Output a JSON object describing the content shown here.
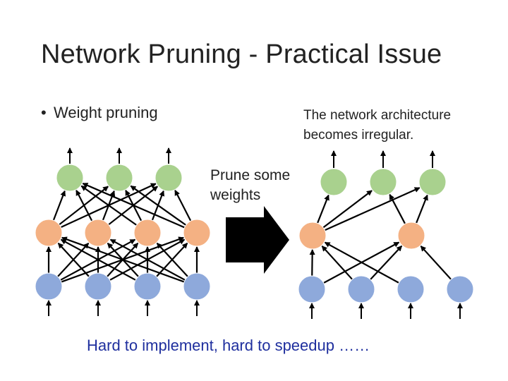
{
  "slide": {
    "title": "Network Pruning - Practical Issue",
    "bullet": "Weight pruning",
    "bullet_marker": "•",
    "note_lines": [
      "The network architecture",
      "becomes irregular."
    ],
    "prune_label_lines": [
      "Prune some",
      "weights"
    ],
    "footer": "Hard to implement, hard to speedup ……"
  },
  "colors": {
    "input_node": "#8ea9db",
    "hidden_node": "#f4b183",
    "output_node": "#a9d18e",
    "edge": "#000000",
    "footer_text": "#1f2f9e"
  },
  "networks": {
    "before": {
      "layers": [
        {
          "role": "input",
          "count": 4
        },
        {
          "role": "hidden",
          "count": 4
        },
        {
          "role": "output",
          "count": 3
        }
      ],
      "connectivity": "fully-connected"
    },
    "after": {
      "layers": [
        {
          "role": "input",
          "count": 4
        },
        {
          "role": "hidden",
          "count": 2
        },
        {
          "role": "output",
          "count": 3
        }
      ],
      "connectivity": "sparse"
    }
  },
  "icons": {
    "arrow": "right-arrow-icon"
  }
}
